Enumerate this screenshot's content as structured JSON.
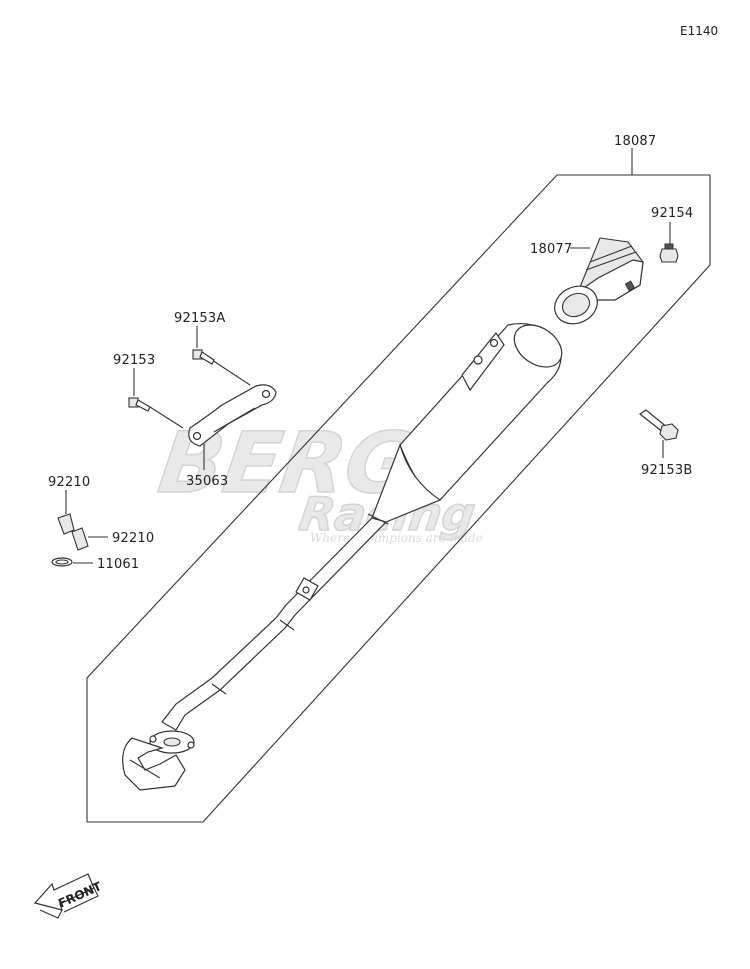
{
  "diagram_code": "E1140",
  "watermark": {
    "brand": "BERG",
    "sub": "Racing",
    "tagline": "Where Champions are made"
  },
  "parts": {
    "p18087": "18087",
    "p92154": "92154",
    "p18077": "18077",
    "p92153A": "92153A",
    "p92153": "92153",
    "p35063": "35063",
    "p92153B": "92153B",
    "p92210a": "92210",
    "p92210b": "92210",
    "p11061": "11061"
  },
  "front_label": "FRONT"
}
